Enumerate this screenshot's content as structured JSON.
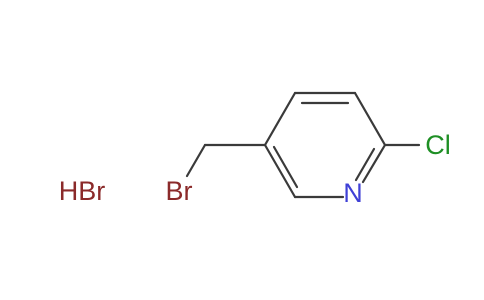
{
  "molecule": {
    "atoms": {
      "nitrogen": "N",
      "chlorine": "Cl",
      "bromine": "Br"
    },
    "salt": "HBr"
  },
  "colors": {
    "bond": "#3a3a3a",
    "nitrogen": "#3f40d6",
    "chlorine": "#1e8f24",
    "bromine": "#8b2a2a",
    "background": "#ffffff"
  }
}
